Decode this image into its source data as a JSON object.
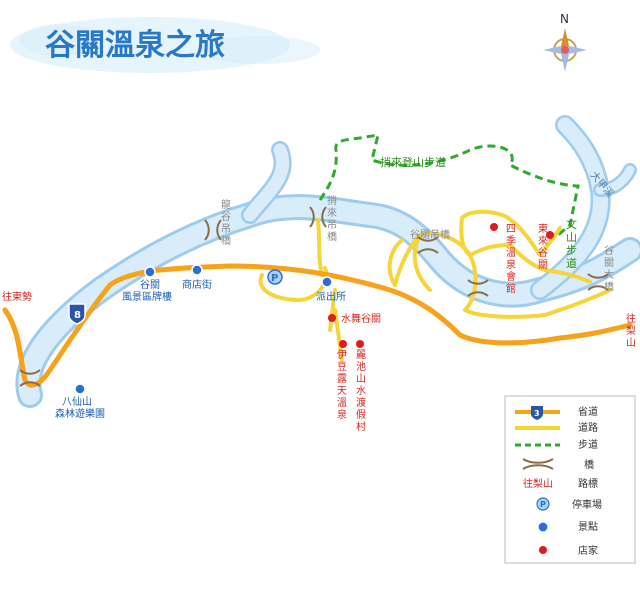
{
  "map": {
    "title": "谷關溫泉之旅",
    "compass": "N",
    "colors": {
      "river": "#cfe6f7",
      "river_edge": "#9fcbec",
      "province_road": "#f7a21b",
      "road": "#f5d53a",
      "trail": "#2eaa2e",
      "pin_red": "#e11b1b",
      "pin_blue": "#2a6fd6",
      "label_blue": "#1a5fb4",
      "label_red": "#d9261c",
      "label_green": "#2c8c1e",
      "label_gray": "#8a8a8a"
    },
    "route_shield": "8",
    "directions": {
      "west": "往東勢",
      "east": "往梨山"
    },
    "bridges": {
      "longgu": "龍谷吊橋",
      "shaolai": "捎來吊橋",
      "guguan": "谷關吊橋",
      "guguan_big": "谷關大橋"
    },
    "trails": {
      "shaolai_trail": "捎來登山步道",
      "wenshan_trail": "文山步道"
    },
    "river_name": "大甲溪",
    "attractions": {
      "guguan_sign": "谷關\n風景區牌樓",
      "shop_street": "商店街",
      "police": "派出所",
      "baxianshan": "八仙山\n森林遊樂園"
    },
    "parking_symbol": "P",
    "shops": {
      "shuiwu": "水舞谷關",
      "siji": "四季溫泉會館",
      "dongzhi": "東來谷關",
      "izu": "伊豆露天溫泉",
      "lichi": "麗池山水渡假村"
    },
    "legend": {
      "province_road": "省道",
      "road": "道路",
      "trail": "步道",
      "bridge": "橋",
      "road_sign_example": "往梨山",
      "road_sign": "路標",
      "parking": "停車場",
      "attraction": "景點",
      "shop": "店家"
    }
  }
}
